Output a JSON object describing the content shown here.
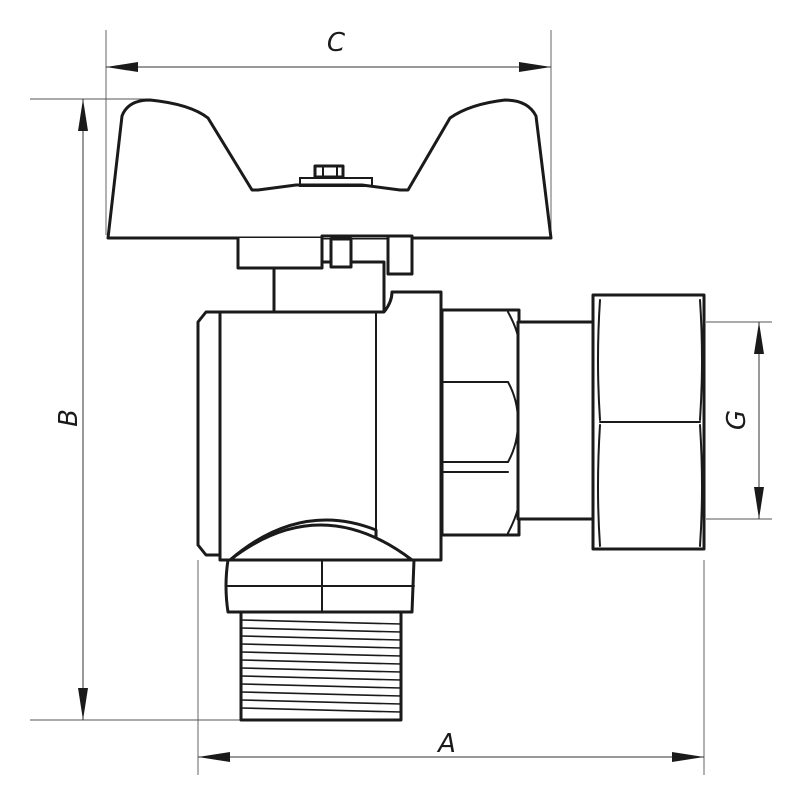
{
  "dimension_labels": {
    "width_top": "C",
    "height": "B",
    "thread_size": "G",
    "width_bottom": "A"
  },
  "colors": {
    "line": "#1a1a1a",
    "background": "#ffffff"
  }
}
